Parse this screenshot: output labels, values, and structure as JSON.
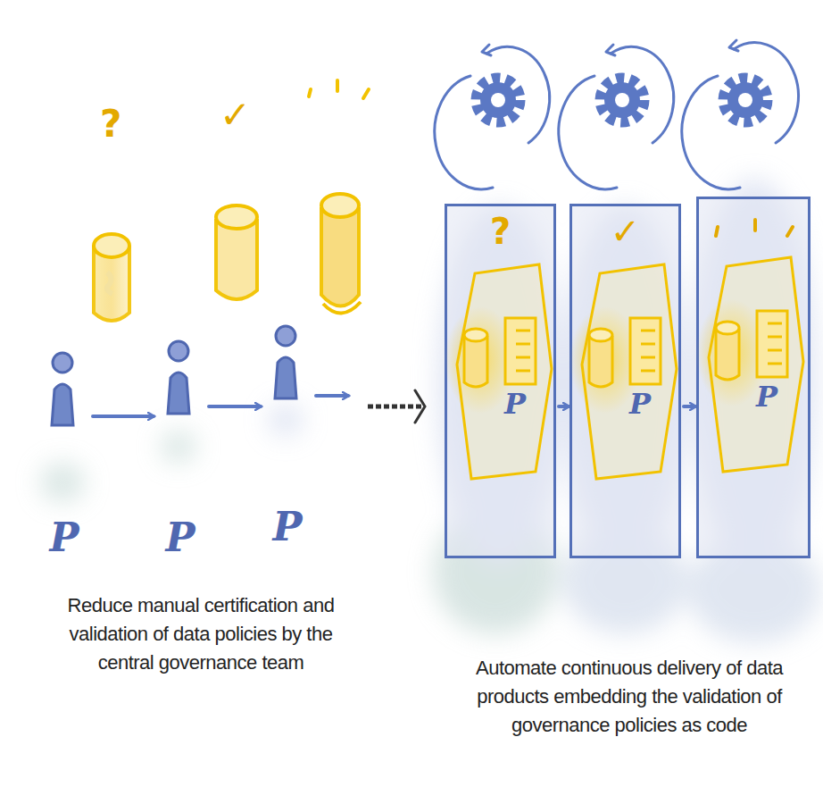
{
  "diagram": {
    "nodes": [
      {
        "text": [
          "P"
        ]
      },
      {
        "text": [
          "P"
        ]
      },
      {
        "text": [
          "P"
        ]
      },
      {
        "text": [
          "?",
          "P"
        ]
      },
      {
        "text": [
          "✓",
          "P"
        ]
      },
      {
        "text": [
          "P"
        ]
      }
    ],
    "edges": [
      {
        "from": 0,
        "to": 1,
        "arrow": "to"
      },
      {
        "from": 1,
        "to": 2,
        "arrow": "to"
      },
      {
        "from": 2,
        "to": 3,
        "arrow": "to"
      },
      {
        "from": 3,
        "to": 4,
        "arrow": "to"
      },
      {
        "from": 4,
        "to": 5,
        "arrow": "to"
      }
    ],
    "labels": [
      "?",
      "✓",
      "Reduce manual certification and validation of data policies by the central governance team",
      "Automate continuous delivery of data products embedding the validation of governance policies as code"
    ]
  }
}
